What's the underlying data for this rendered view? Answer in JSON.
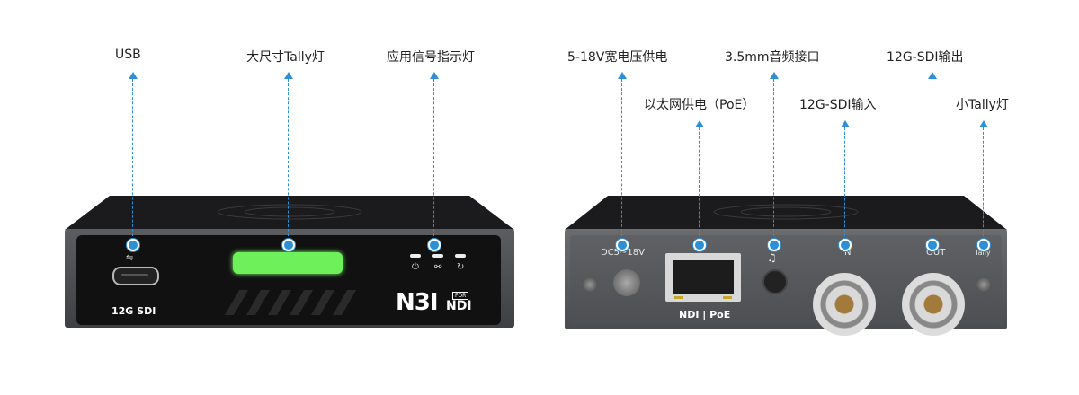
{
  "callouts": {
    "usb": "USB",
    "large_tally": "大尺寸Tally灯",
    "signal_indicator": "应用信号指示灯",
    "dc_power": "5-18V宽电压供电",
    "poe": "以太网供电（PoE）",
    "audio_jack": "3.5mm音频接口",
    "sdi_in": "12G-SDI输入",
    "sdi_out": "12G-SDI输出",
    "small_tally": "小Tally灯"
  },
  "front_panel": {
    "brand_12g": "12G SDI",
    "logo_main": "N3I",
    "logo_for": "FOR",
    "logo_ndi": "NDI"
  },
  "rear_panel": {
    "dc_label": "DC5~18V",
    "in_label": "IN",
    "out_label": "OUT",
    "tally_label": "Tally",
    "ndi_poe": "NDI | PoE"
  },
  "colors": {
    "callout_accent": "#2d8fd6",
    "tally_green": "#6df05a"
  }
}
